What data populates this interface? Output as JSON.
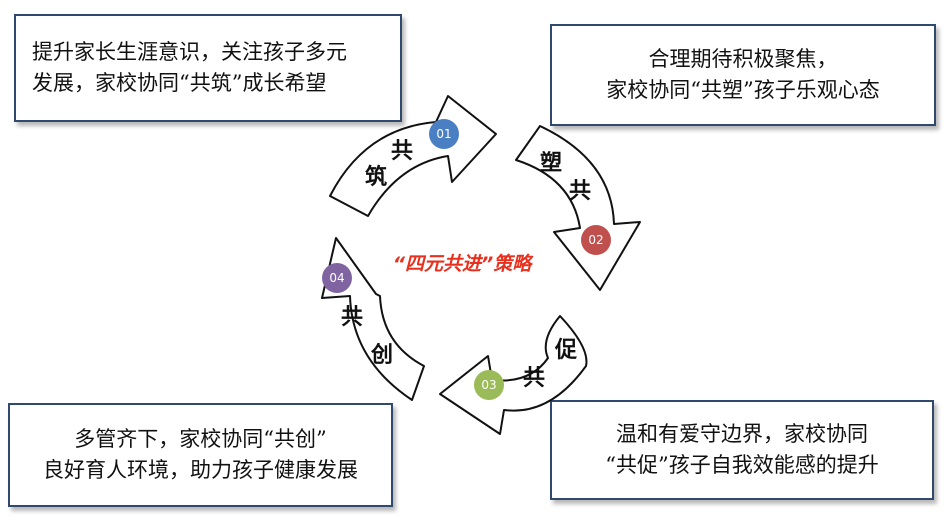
{
  "center_title": "“四元共进”策略",
  "stages": [
    {
      "number": "01",
      "chars": [
        "筑",
        "共"
      ],
      "color": "#4b7fc4"
    },
    {
      "number": "02",
      "chars": [
        "塑",
        "共"
      ],
      "color": "#c0504d"
    },
    {
      "number": "03",
      "chars": [
        "共",
        "促"
      ],
      "color": "#9bbb59"
    },
    {
      "number": "04",
      "chars": [
        "共",
        "创"
      ],
      "color": "#8064a2"
    }
  ],
  "boxes": {
    "top_left": [
      "提升家长生涯意识，关注孩子多元",
      "发展，家校协同“共筑”成长希望"
    ],
    "top_right": [
      "合理期待积极聚焦，",
      "家校协同“共塑”孩子乐观心态"
    ],
    "bottom_left": [
      "多管齐下，家校协同“共创”",
      "良好育人环境，助力孩子健康发展"
    ],
    "bottom_right": [
      "温和有爱守边界，家校协同",
      "“共促”孩子自我效能感的提升"
    ]
  },
  "colors": {
    "box_border": "#2f4a6e",
    "arrow_outline": "#111111",
    "title_red": "#e8301e"
  }
}
